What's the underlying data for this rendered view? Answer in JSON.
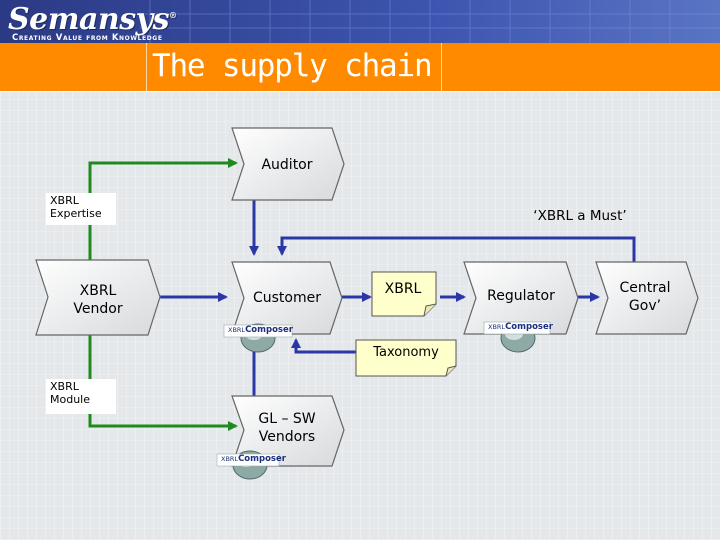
{
  "header": {
    "brand": "Semansys",
    "brand_mark": "®",
    "tagline": "Creating Value from Knowledge",
    "title": "The supply chain"
  },
  "diagram": {
    "auditor": "Auditor",
    "xbrl_vendor_line1": "XBRL",
    "xbrl_vendor_line2": "Vendor",
    "customer": "Customer",
    "xbrl_doc": "XBRL",
    "regulator": "Regulator",
    "central_gov_line1": "Central",
    "central_gov_line2": "Gov’",
    "taxonomy": "Taxonomy",
    "gl_sw_line1": "GL – SW",
    "gl_sw_line2": "Vendors",
    "xbrl_must": "‘XBRL a Must’",
    "xbrl_expertise_line1": "XBRL",
    "xbrl_expertise_line2": "Expertise",
    "xbrl_module_line1": "XBRL",
    "xbrl_module_line2": "Module",
    "badge_prefix": "XBRL",
    "badge_name": "Composer"
  },
  "colors": {
    "header_blue": "#2b3f8c",
    "title_orange": "#ff8a00",
    "green_line": "#1f8a1f",
    "blue_line": "#2b37a8"
  }
}
